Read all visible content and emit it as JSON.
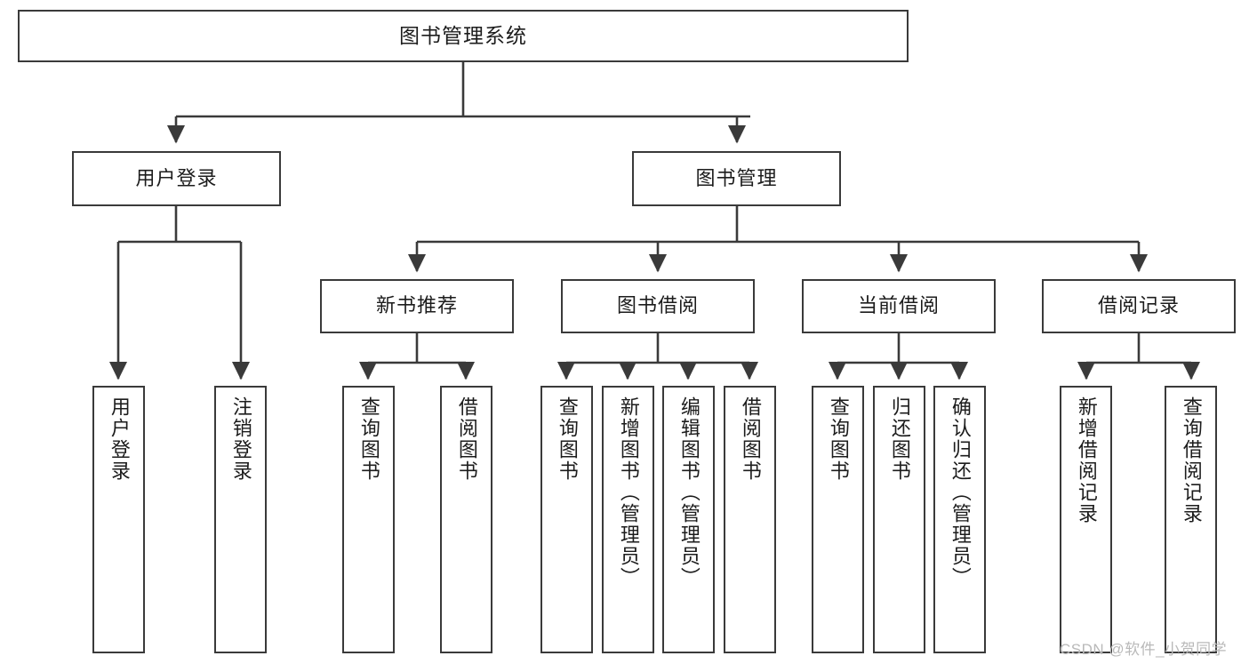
{
  "diagram": {
    "type": "tree-hierarchy",
    "title": "图书管理系统",
    "watermark": "CSDN @软件_小贺同学",
    "colors": {
      "box_border": "#3a3a3a",
      "box_fill": "#ffffff",
      "connector": "#3a3a3a",
      "text": "#1c1c1c",
      "watermark": "#b9b9b9"
    },
    "levels": {
      "root": {
        "label": "图书管理系统"
      },
      "level2": [
        {
          "id": "user-login",
          "label": "用户登录"
        },
        {
          "id": "book-manage",
          "label": "图书管理"
        }
      ],
      "level3": [
        {
          "id": "new-book-recommend",
          "label": "新书推荐",
          "parent": "book-manage"
        },
        {
          "id": "book-borrow",
          "label": "图书借阅",
          "parent": "book-manage"
        },
        {
          "id": "current-borrow",
          "label": "当前借阅",
          "parent": "book-manage"
        },
        {
          "id": "borrow-record",
          "label": "借阅记录",
          "parent": "book-manage"
        }
      ],
      "leaves": [
        {
          "id": "leaf-user-login",
          "label": "用户登录",
          "parent": "user-login"
        },
        {
          "id": "leaf-logout",
          "label": "注销登录",
          "parent": "user-login"
        },
        {
          "id": "leaf-query-book-1",
          "label": "查询图书",
          "parent": "new-book-recommend"
        },
        {
          "id": "leaf-borrow-book-1",
          "label": "借阅图书",
          "parent": "new-book-recommend"
        },
        {
          "id": "leaf-query-book-2",
          "label": "查询图书",
          "parent": "book-borrow"
        },
        {
          "id": "leaf-add-book",
          "label": "新增图书（管理员）",
          "parent": "book-borrow"
        },
        {
          "id": "leaf-edit-book",
          "label": "编辑图书（管理员）",
          "parent": "book-borrow"
        },
        {
          "id": "leaf-borrow-book-2",
          "label": "借阅图书",
          "parent": "book-borrow"
        },
        {
          "id": "leaf-query-book-3",
          "label": "查询图书",
          "parent": "current-borrow"
        },
        {
          "id": "leaf-return-book",
          "label": "归还图书",
          "parent": "current-borrow"
        },
        {
          "id": "leaf-confirm-return",
          "label": "确认归还（管理员）",
          "parent": "current-borrow"
        },
        {
          "id": "leaf-add-record",
          "label": "新增借阅记录",
          "parent": "borrow-record"
        },
        {
          "id": "leaf-query-record",
          "label": "查询借阅记录",
          "parent": "borrow-record"
        }
      ]
    }
  }
}
